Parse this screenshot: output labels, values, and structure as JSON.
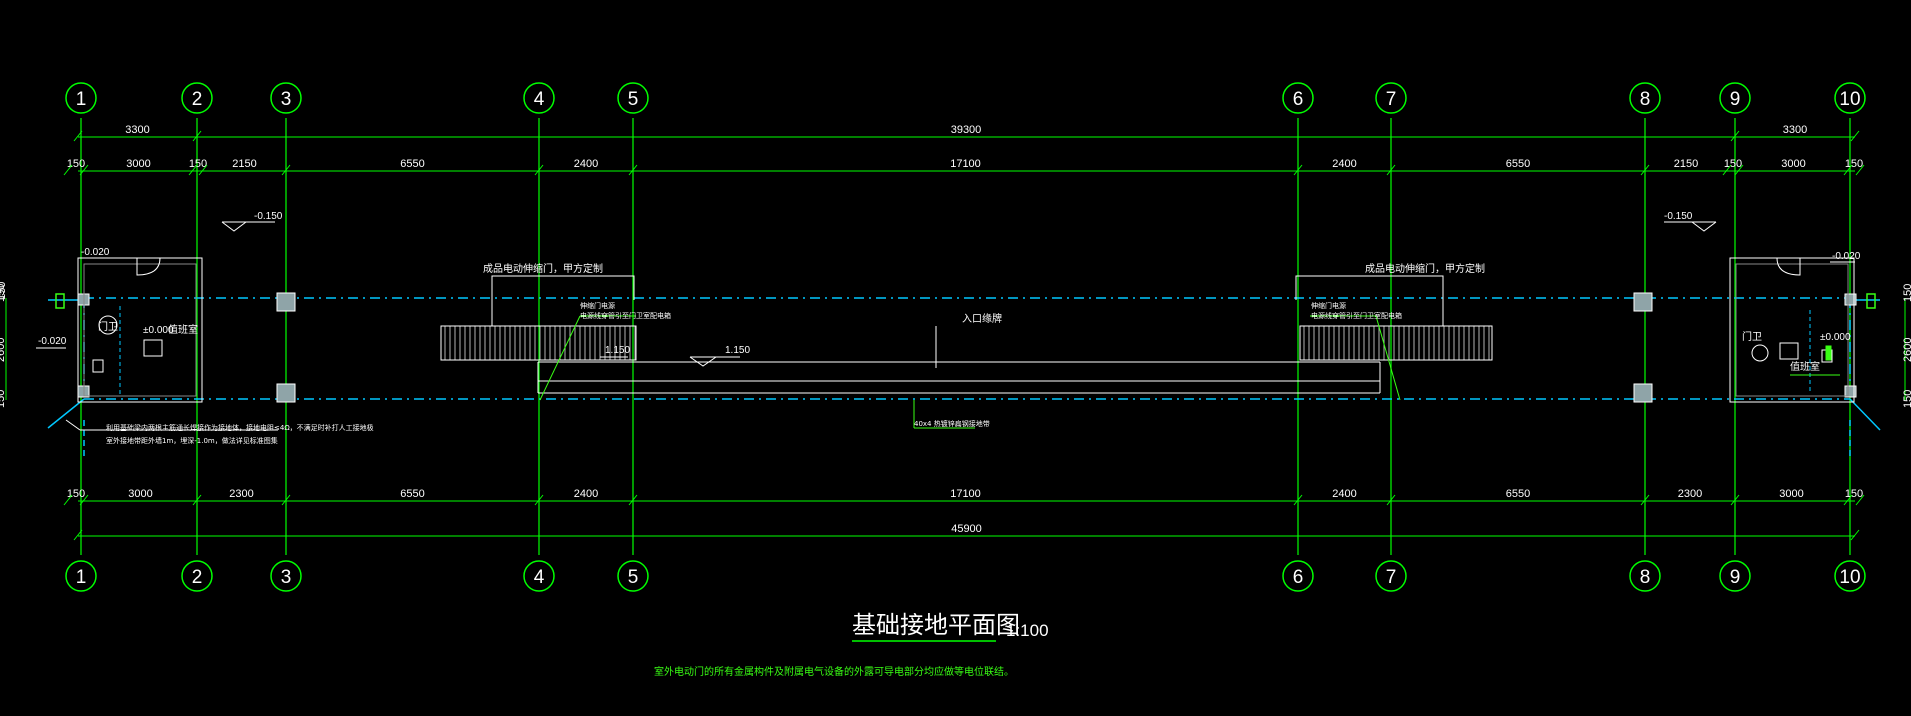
{
  "drawing": {
    "title": "基础接地平面图",
    "scale": "1:100",
    "footnote": "室外电动门的所有金属构件及附属电气设备的外露可导电部分均应做等电位联结。"
  },
  "axes": {
    "top": [
      "1",
      "2",
      "3",
      "4",
      "5",
      "6",
      "7",
      "8",
      "9",
      "10"
    ],
    "bottom": [
      "1",
      "2",
      "3",
      "4",
      "5",
      "6",
      "7",
      "8",
      "9",
      "10"
    ]
  },
  "dimensions": {
    "row1": [
      "3300",
      "39300",
      "3300"
    ],
    "row2": [
      "150",
      "3000",
      "150",
      "2150",
      "6550",
      "2400",
      "17100",
      "2400",
      "6550",
      "2150",
      "150",
      "3000",
      "150"
    ],
    "row3": [
      "150",
      "3000",
      "2300",
      "6550",
      "2400",
      "17100",
      "2400",
      "6550",
      "2300",
      "3000",
      "150"
    ],
    "row4": [
      "45900"
    ],
    "side_left": [
      "150",
      "2600",
      "150"
    ],
    "side_right": [
      "150",
      "2600",
      "150"
    ]
  },
  "levels": {
    "top_left": "-0.150",
    "top_right": "-0.150",
    "left_room": "-0.020",
    "right_room": "-0.020",
    "left_outside": "-0.020",
    "left_floor": "±0.000",
    "right_floor": "±0.000",
    "center_a": "1.150",
    "center_b": "1.150"
  },
  "notes": {
    "gate_left": "成品电动伸缩门，甲方定制",
    "gate_right": "成品电动伸缩门，甲方定制",
    "entrance": "入口缘牌",
    "small_left_1": "伸缩门电源",
    "small_left_2": "电源线穿管引至门卫室配电箱",
    "small_right_1": "伸缩门电源",
    "small_right_2": "电源线穿管引至门卫室配电箱",
    "room_left_1": "门卫",
    "room_left_2": "值班室",
    "room_right_1": "门卫",
    "room_right_2": "值班室",
    "earth_note": "40x4 热镀锌扁钢接地带",
    "leader_left_1": "利用基础梁内两根主筋通长焊接作为接地体，接地电阻≤4Ω，不满足时补打人工接地极",
    "leader_left_2": "室外接地带距外墙1m，埋深-1.0m，做法详见标准图集"
  },
  "colors": {
    "background": "#000000",
    "grid_lines": "#00ff00",
    "earth_line": "#00c8ff",
    "walls": "#ffffff",
    "accent": "#39ff14"
  }
}
